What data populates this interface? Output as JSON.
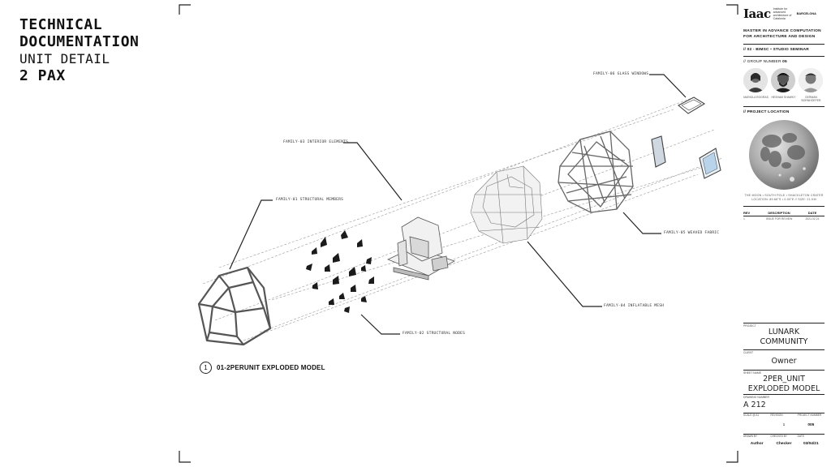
{
  "heading": {
    "line1": "TECHNICAL",
    "line2": "DOCUMENTATION",
    "line3": "UNIT DETAIL",
    "line4": "2 PAX"
  },
  "drawing": {
    "view_number": "1",
    "view_title": "01-2PERUNIT EXPLODED MODEL",
    "callouts": {
      "glass_windows": "FAMILY-06 GLASS WINDOWS",
      "interior_elements": "FAMILY-03 INTERIOR ELEMENTS",
      "structural_members": "FAMILY-01 STRUCTURAL MEMBERS",
      "weaved_fabric": "FAMILY-05 WEAVED FABRIC",
      "inflatable_mesh": "FAMILY-04 INFLATABLE MESH",
      "structural_nodes": "FAMILY-02 STRUCTURAL NODES"
    }
  },
  "panel": {
    "logo": "Iaac",
    "logo_sub": "Institute for advanced architecture of Catalonia",
    "logo_city": "BARCELONA",
    "master_line1": "MASTER IN ADVANCE COMPUTATION",
    "master_line2": "FOR ARCHITECTURE AND DESIGN",
    "course": "// 02 - BIMSC • STUDIO SEMINAR",
    "group_label": "// GROUP NUMBER",
    "group_number": "05",
    "members": [
      {
        "name": "MARIOLA ROGRAS"
      },
      {
        "name": "HESHAM SHAWKY"
      },
      {
        "name": "GERMAN BORNHOEFER"
      }
    ],
    "location_label": "// PROJECT LOCATION",
    "location_line1": "THE MOON • SOUTH POLE • SHACKLETON CRATER",
    "location_line2": "LOCATION: 89.66°S • 0.00°E // SIZE: 21 KM",
    "rev_headers": {
      "rev": "REV",
      "description": "DESCRIPTION",
      "date": "DATE"
    },
    "rev_rows": [
      {
        "rev": "1",
        "description": "ISSUE FOR REVIEW",
        "date": "2021.02.21"
      }
    ],
    "project_label": "PROJECT",
    "project_value": "LUNARK COMMUNITY",
    "client_label": "CLIENT",
    "client_value": "Owner",
    "sheet_label": "SHEET NAME",
    "sheet_value": "2PER_UNIT EXPLODED MODEL",
    "drawing_label": "DRAWING NUMBER",
    "drawing_value": "A 212",
    "scale_label": "SCALE @ A1",
    "revision_label": "REVISION",
    "projnum_label": "PROJECT NUMBER",
    "scale_value": "",
    "revision_value": "1",
    "projnum_value": "005",
    "drawn_label": "DRAWN BY",
    "checked_label": "CHECKED BY",
    "date_label": "DATE",
    "drawn_value": "Author",
    "checked_value": "Checker",
    "date_value": "03/04/21"
  },
  "colors": {
    "ink": "#111111",
    "line": "#222222",
    "dash": "#9a9a9a"
  }
}
